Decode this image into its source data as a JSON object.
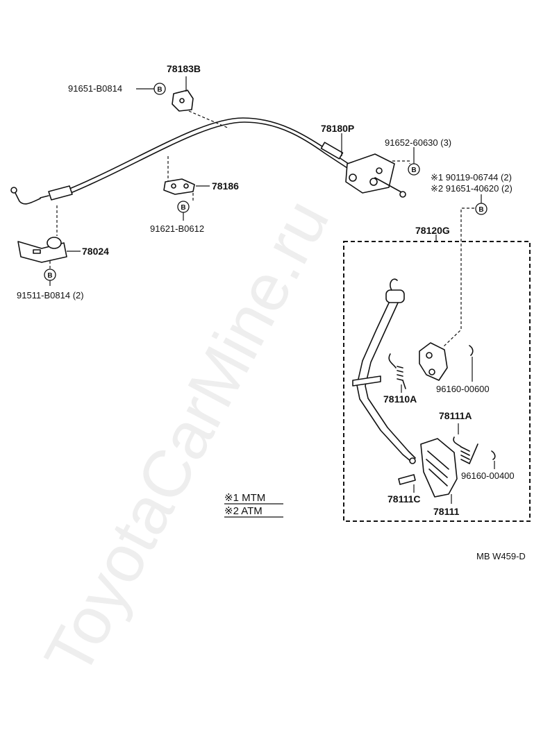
{
  "watermark": "ToyotaCarMine.ru",
  "drawing_code": "MB W459-D",
  "bolt_marker": "B",
  "parts": {
    "p78183B": "78183B",
    "p91651_B0814": "91651-B0814",
    "p78180P": "78180P",
    "p91652_60630": "91652-60630 (3)",
    "p90119_06744": "※1 90119-06744 (2)",
    "p91651_40620": "※2 91651-40620 (2)",
    "p78186": "78186",
    "p91621_B0612": "91621-B0612",
    "p78024": "78024",
    "p91511_B0814": "91511-B0814 (2)",
    "p78120G": "78120G",
    "p96160_00600": "96160-00600",
    "p78110A": "78110A",
    "p78111A": "78111A",
    "p96160_00400": "96160-00400",
    "p78111C": "78111C",
    "p78111": "78111"
  },
  "legend": {
    "mtm": "※1 MTM",
    "atm": "※2 ATM"
  }
}
